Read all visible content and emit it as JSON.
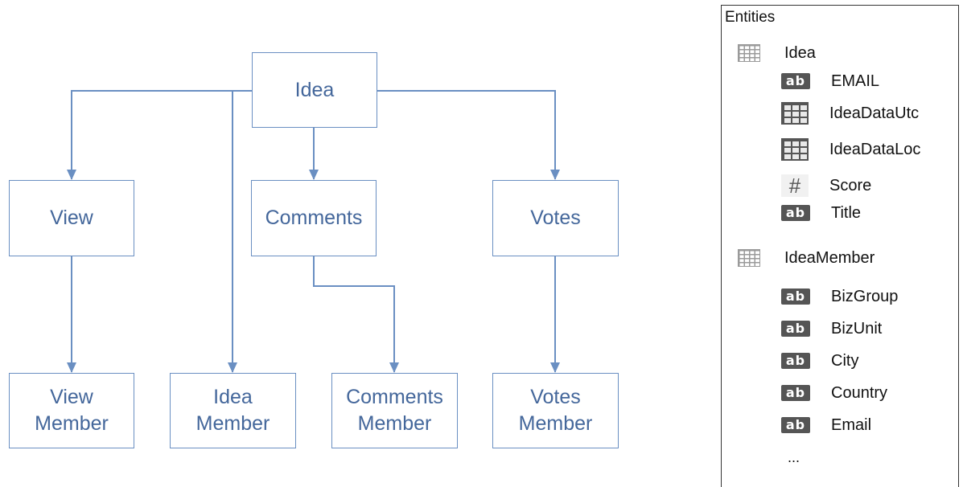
{
  "diagram": {
    "nodes": {
      "idea": "Idea",
      "view": "View",
      "comments": "Comments",
      "votes": "Votes",
      "view_member": "View\nMember",
      "idea_member": "Idea\nMember",
      "comments_member": "Comments\nMember",
      "votes_member": "Votes\nMember"
    }
  },
  "entities_panel": {
    "title": "Entities",
    "entities": [
      {
        "name": "Idea",
        "icon": "table-icon",
        "fields": [
          {
            "name": "EMAIL",
            "icon": "text-icon",
            "glyph": "ab"
          },
          {
            "name": "IdeaDataUtc",
            "icon": "date-icon",
            "glyph": ""
          },
          {
            "name": "IdeaDataLoc",
            "icon": "date-icon",
            "glyph": ""
          },
          {
            "name": "Score",
            "icon": "number-icon",
            "glyph": "#"
          },
          {
            "name": "Title",
            "icon": "text-icon",
            "glyph": "ab"
          }
        ]
      },
      {
        "name": "IdeaMember",
        "icon": "table-icon",
        "fields": [
          {
            "name": "BizGroup",
            "icon": "text-icon",
            "glyph": "ab"
          },
          {
            "name": "BizUnit",
            "icon": "text-icon",
            "glyph": "ab"
          },
          {
            "name": "City",
            "icon": "text-icon",
            "glyph": "ab"
          },
          {
            "name": "Country",
            "icon": "text-icon",
            "glyph": "ab"
          },
          {
            "name": "Email",
            "icon": "text-icon",
            "glyph": "ab"
          }
        ]
      }
    ],
    "more": "..."
  },
  "colors": {
    "node_border": "#6a8fc2",
    "node_text": "#44679b",
    "panel_border": "#333333"
  }
}
